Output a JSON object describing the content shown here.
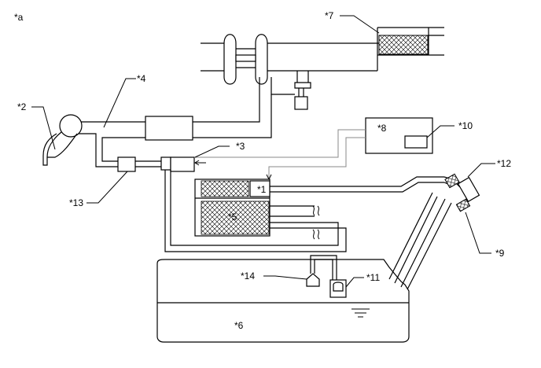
{
  "diagram": {
    "figure_label": "*a",
    "callouts": {
      "c1": "*1",
      "c2": "*2",
      "c3": "*3",
      "c4": "*4",
      "c5": "*5",
      "c6": "*6",
      "c7": "*7",
      "c8": "*8",
      "c9": "*9",
      "c10": "*10",
      "c11": "*11",
      "c12": "*12",
      "c13": "*13",
      "c14": "*14"
    }
  }
}
